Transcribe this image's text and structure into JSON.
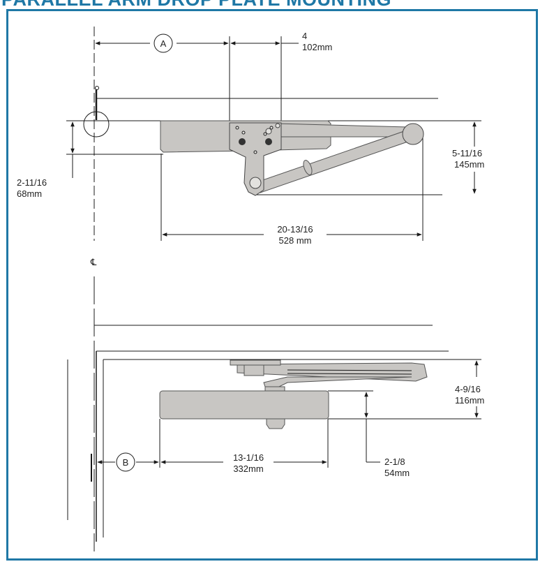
{
  "header": {
    "title": "PARALLEL ARM DROP PLATE MOUNTING"
  },
  "colors": {
    "frame": "#1f78a6",
    "header_text": "#1f78a6",
    "closer_fill": "#c8c6c3",
    "line": "#1a1a1a"
  },
  "top_view": {
    "label_a": "A",
    "dim_4": "4",
    "dim_4_mm": "102mm",
    "dim_5_11_16": "5-11/16",
    "dim_5_11_16_mm": "145mm",
    "dim_2_11_16": "2-11/16",
    "dim_2_11_16_mm": "68mm",
    "dim_20_13_16": "20-13/16",
    "dim_20_13_16_mm": "528 mm"
  },
  "center_mark": "℄",
  "bottom_view": {
    "label_b": "B",
    "dim_4_9_16": "4-9/16",
    "dim_4_9_16_mm": "116mm",
    "dim_13_1_16": "13-1/16",
    "dim_13_1_16_mm": "332mm",
    "dim_2_1_8": "2-1/8",
    "dim_2_1_8_mm": "54mm"
  }
}
